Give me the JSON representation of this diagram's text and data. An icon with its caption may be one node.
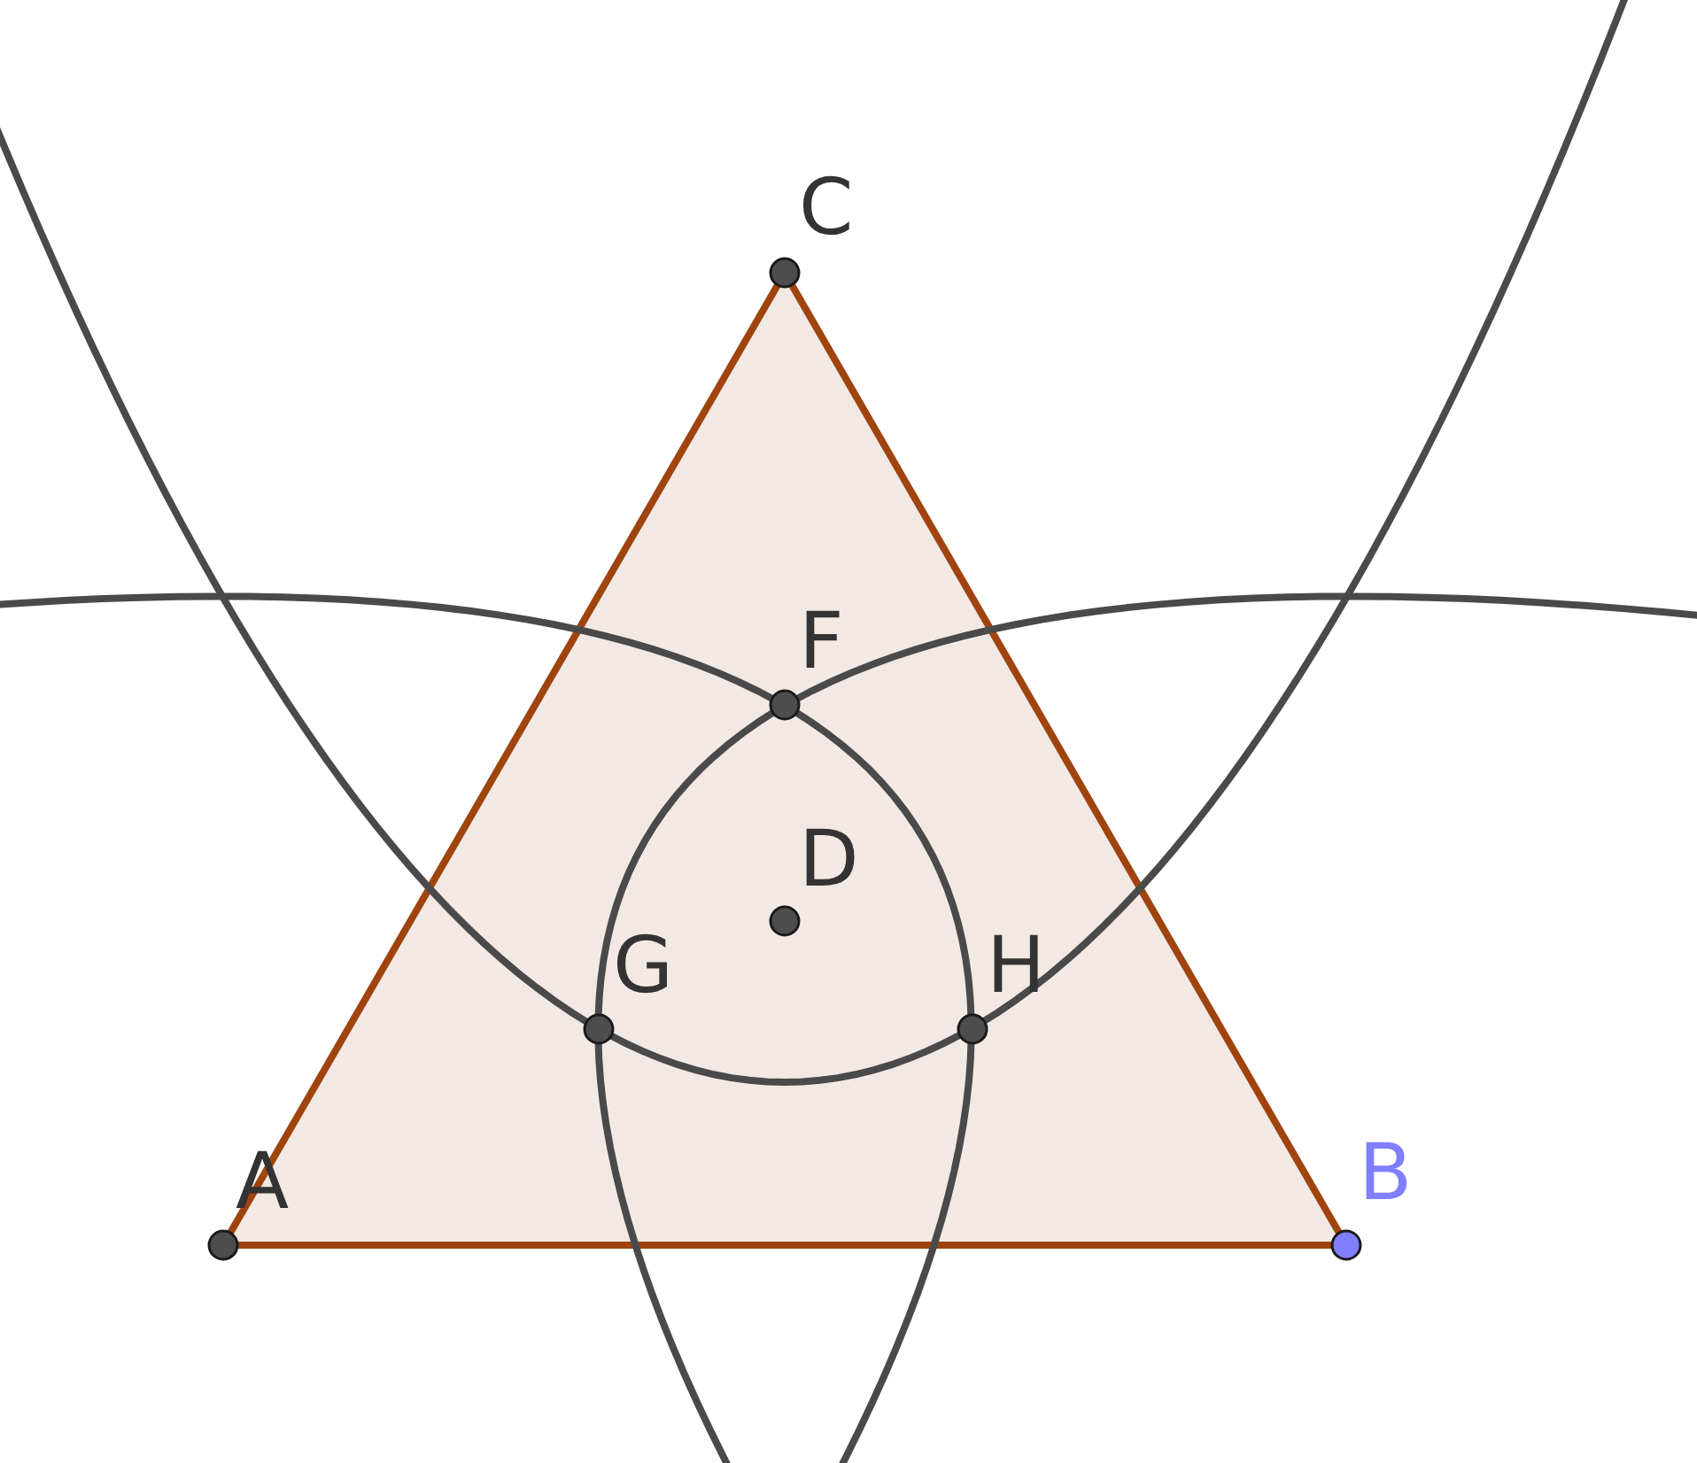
{
  "diagram": {
    "labels": [
      "C",
      "F",
      "D",
      "G",
      "H",
      "A",
      "B"
    ]
  }
}
